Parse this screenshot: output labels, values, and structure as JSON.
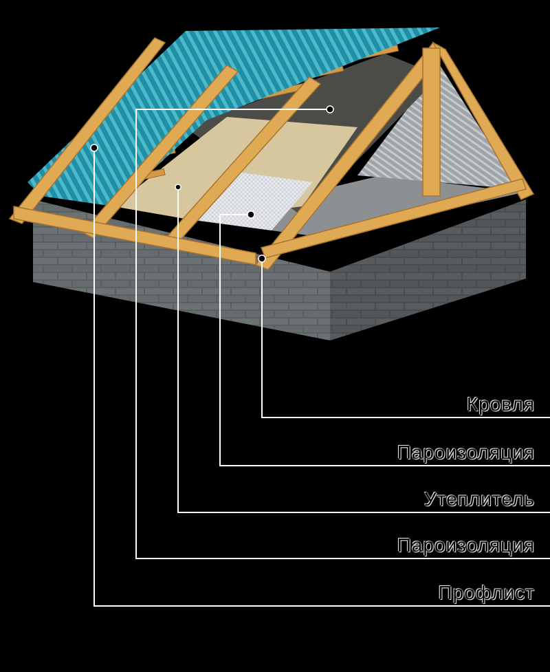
{
  "diagram": {
    "labels": [
      {
        "id": "rafter",
        "text": "Кровля"
      },
      {
        "id": "vapor-barrier",
        "text": "Пароизоляция"
      },
      {
        "id": "insulation",
        "text": "Утеплитель"
      },
      {
        "id": "wind-barrier",
        "text": "Пароизоляция"
      },
      {
        "id": "profile-sheet",
        "text": "Профлист"
      }
    ]
  },
  "colors": {
    "roof": "#1e8fa6",
    "timber": "#d9a24e",
    "insulation": "#d8c9a3",
    "membrane_dark": "#4a4a45",
    "membrane_light": "#e4e6ea",
    "masonry": "#555a5c",
    "leader": "#ffffff"
  }
}
